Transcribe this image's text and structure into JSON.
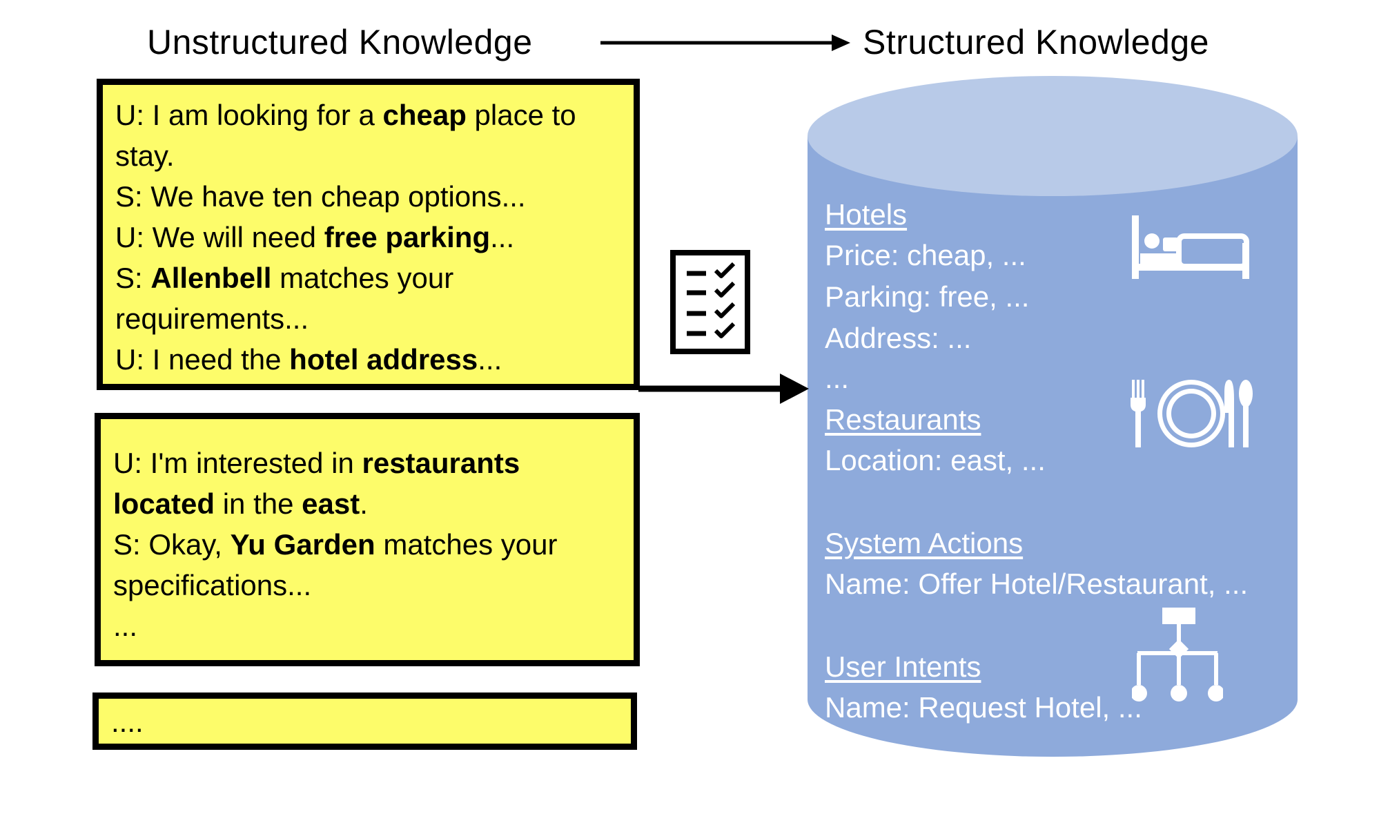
{
  "headings": {
    "left": "Unstructured Knowledge",
    "right": "Structured Knowledge"
  },
  "dialogues": [
    {
      "lines": [
        [
          {
            "t": "U: I am looking for a "
          },
          {
            "t": "cheap",
            "b": true
          },
          {
            "t": " place to stay."
          }
        ],
        [
          {
            "t": "S: We have ten cheap options..."
          }
        ],
        [
          {
            "t": "U: We will need "
          },
          {
            "t": "free parking",
            "b": true
          },
          {
            "t": "..."
          }
        ],
        [
          {
            "t": "S: "
          },
          {
            "t": "Allenbell",
            "b": true
          },
          {
            "t": " matches your requirements..."
          }
        ],
        [
          {
            "t": "U: I need the "
          },
          {
            "t": "hotel address",
            "b": true
          },
          {
            "t": "..."
          }
        ]
      ]
    },
    {
      "lines": [
        [
          {
            "t": "U: I'm interested in "
          },
          {
            "t": "restaurants located",
            "b": true
          },
          {
            "t": " in the "
          },
          {
            "t": "east",
            "b": true
          },
          {
            "t": "."
          }
        ],
        [
          {
            "t": "S: Okay, "
          },
          {
            "t": "Yu Garden",
            "b": true
          },
          {
            "t": " matches your specifications..."
          }
        ],
        [
          {
            "t": "..."
          }
        ]
      ]
    },
    {
      "lines": [
        [
          {
            "t": "...."
          }
        ]
      ]
    }
  ],
  "database": {
    "color": "#8eaadb",
    "top_color": "#b8cae8",
    "hotels": {
      "title": "Hotels",
      "price": "Price: cheap, ...",
      "parking": "Parking: free, ...",
      "address": "Address: ...",
      "more": "..."
    },
    "restaurants": {
      "title": "Restaurants",
      "location": "Location: east, ..."
    },
    "system_actions": {
      "title": "System Actions",
      "name": "Name: Offer Hotel/Restaurant, ..."
    },
    "user_intents": {
      "title": "User Intents",
      "name": "Name: Request Hotel, ..."
    },
    "icons": [
      "bed-icon",
      "plate-cutlery-icon",
      "hierarchy-icon"
    ]
  },
  "checklist_icon": "checklist-icon"
}
